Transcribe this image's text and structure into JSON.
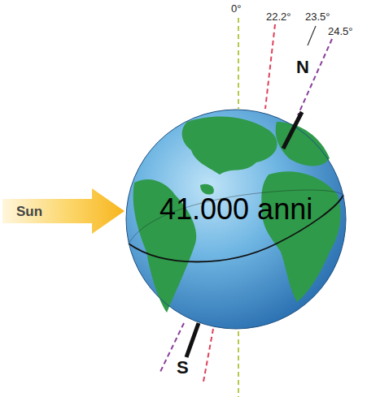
{
  "diagram": {
    "nodes": [
      {
        "text": [
          "Sun"
        ]
      }
    ],
    "labels": [
      "0°",
      "22.2°",
      "23.5°",
      "24.5°",
      "N",
      "S",
      "41.000 anni"
    ]
  }
}
